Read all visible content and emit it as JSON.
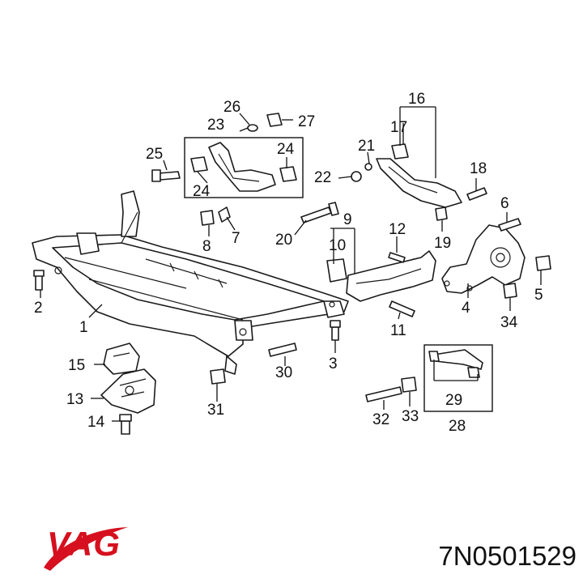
{
  "brand": {
    "name": "VAG",
    "color": "#d6101e"
  },
  "part_number": "7N0501529",
  "callouts": [
    {
      "id": "c1",
      "label": "1"
    },
    {
      "id": "c2",
      "label": "2"
    },
    {
      "id": "c3",
      "label": "3"
    },
    {
      "id": "c4",
      "label": "4"
    },
    {
      "id": "c5",
      "label": "5"
    },
    {
      "id": "c6",
      "label": "6"
    },
    {
      "id": "c7",
      "label": "7"
    },
    {
      "id": "c8",
      "label": "8"
    },
    {
      "id": "c9",
      "label": "9"
    },
    {
      "id": "c10",
      "label": "10"
    },
    {
      "id": "c11",
      "label": "11"
    },
    {
      "id": "c12",
      "label": "12"
    },
    {
      "id": "c13",
      "label": "13"
    },
    {
      "id": "c14",
      "label": "14"
    },
    {
      "id": "c15",
      "label": "15"
    },
    {
      "id": "c16",
      "label": "16"
    },
    {
      "id": "c17",
      "label": "17"
    },
    {
      "id": "c18",
      "label": "18"
    },
    {
      "id": "c19",
      "label": "19"
    },
    {
      "id": "c20",
      "label": "20"
    },
    {
      "id": "c21",
      "label": "21"
    },
    {
      "id": "c22",
      "label": "22"
    },
    {
      "id": "c23",
      "label": "23"
    },
    {
      "id": "c24a",
      "label": "24"
    },
    {
      "id": "c24b",
      "label": "24"
    },
    {
      "id": "c25",
      "label": "25"
    },
    {
      "id": "c26",
      "label": "26"
    },
    {
      "id": "c27",
      "label": "27"
    },
    {
      "id": "c28",
      "label": "28"
    },
    {
      "id": "c29",
      "label": "29"
    },
    {
      "id": "c30",
      "label": "30"
    },
    {
      "id": "c31",
      "label": "31"
    },
    {
      "id": "c32",
      "label": "32"
    },
    {
      "id": "c33",
      "label": "33"
    },
    {
      "id": "c34",
      "label": "34"
    }
  ]
}
